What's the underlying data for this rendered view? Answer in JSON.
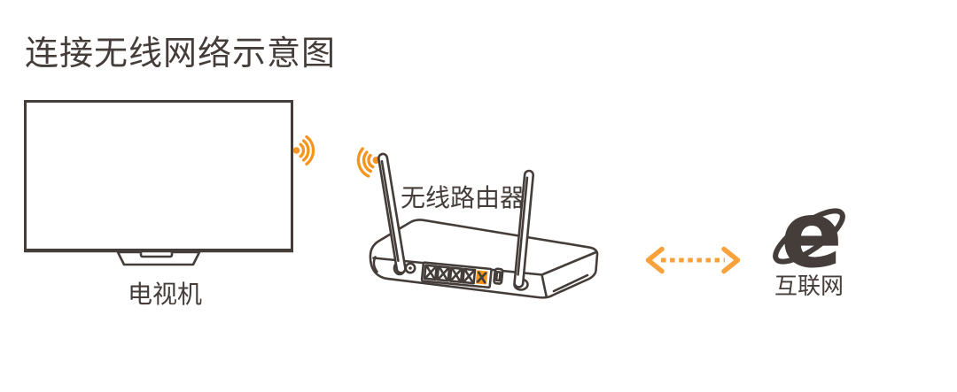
{
  "title": "连接无线网络示意图",
  "colors": {
    "ink": "#443D39",
    "accent_orange": "#F7941E",
    "arrow_orange": "#F9A23C",
    "background": "#FFFFFF"
  },
  "diagram": {
    "tv": {
      "label": "电视机"
    },
    "router": {
      "label": "无线路由器",
      "lan_ports_gray": 4,
      "wan_ports_orange": 1
    },
    "internet": {
      "label": "互联网",
      "logo_letter": "e"
    }
  },
  "icons": {
    "tv_wifi": "wifi-signal-icon",
    "router_wifi": "wifi-signal-icon",
    "link": "double-headed-dashed-arrow-icon",
    "internet": "internet-explorer-e-icon"
  }
}
